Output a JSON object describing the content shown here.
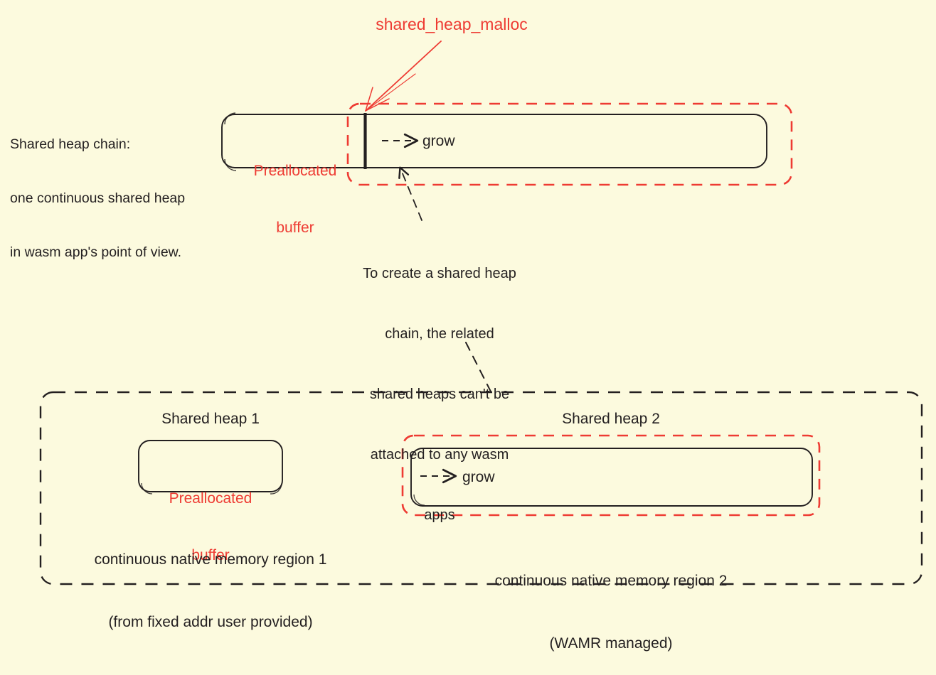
{
  "meta": {
    "title": "Shared heap chain diagram",
    "background_color": "#fcfade",
    "accent_red": "#ee3b33",
    "ink_color": "#231f20"
  },
  "top": {
    "callout": {
      "label": "shared_heap_malloc",
      "color": "#ee3b33",
      "arrow": "red-arrow-to-boundary"
    },
    "side_note": {
      "line1": "Shared heap chain:",
      "line2": "one continuous shared heap",
      "line3": "in wasm app's point of view."
    },
    "chain_box": {
      "preallocated_label_line1": "Preallocated",
      "preallocated_label_line2": "buffer",
      "grow_label": "grow",
      "grow_arrow": "dashed-arrow-right"
    }
  },
  "middle_note": {
    "line1": "To create a shared heap",
    "line2": "chain, the related",
    "line3": "shared heaps can't be",
    "line4": "attached to any wasm",
    "line5": "apps"
  },
  "bottom": {
    "heap1": {
      "title": "Shared heap 1",
      "buffer_line1": "Preallocated",
      "buffer_line2": "buffer",
      "caption_line1": "continuous native memory region 1",
      "caption_line2": "(from fixed addr user provided)"
    },
    "heap2": {
      "title": "Shared heap 2",
      "grow_label": "grow",
      "caption_line1": "continuous native memory region 2",
      "caption_line2": "(WAMR managed)"
    }
  }
}
